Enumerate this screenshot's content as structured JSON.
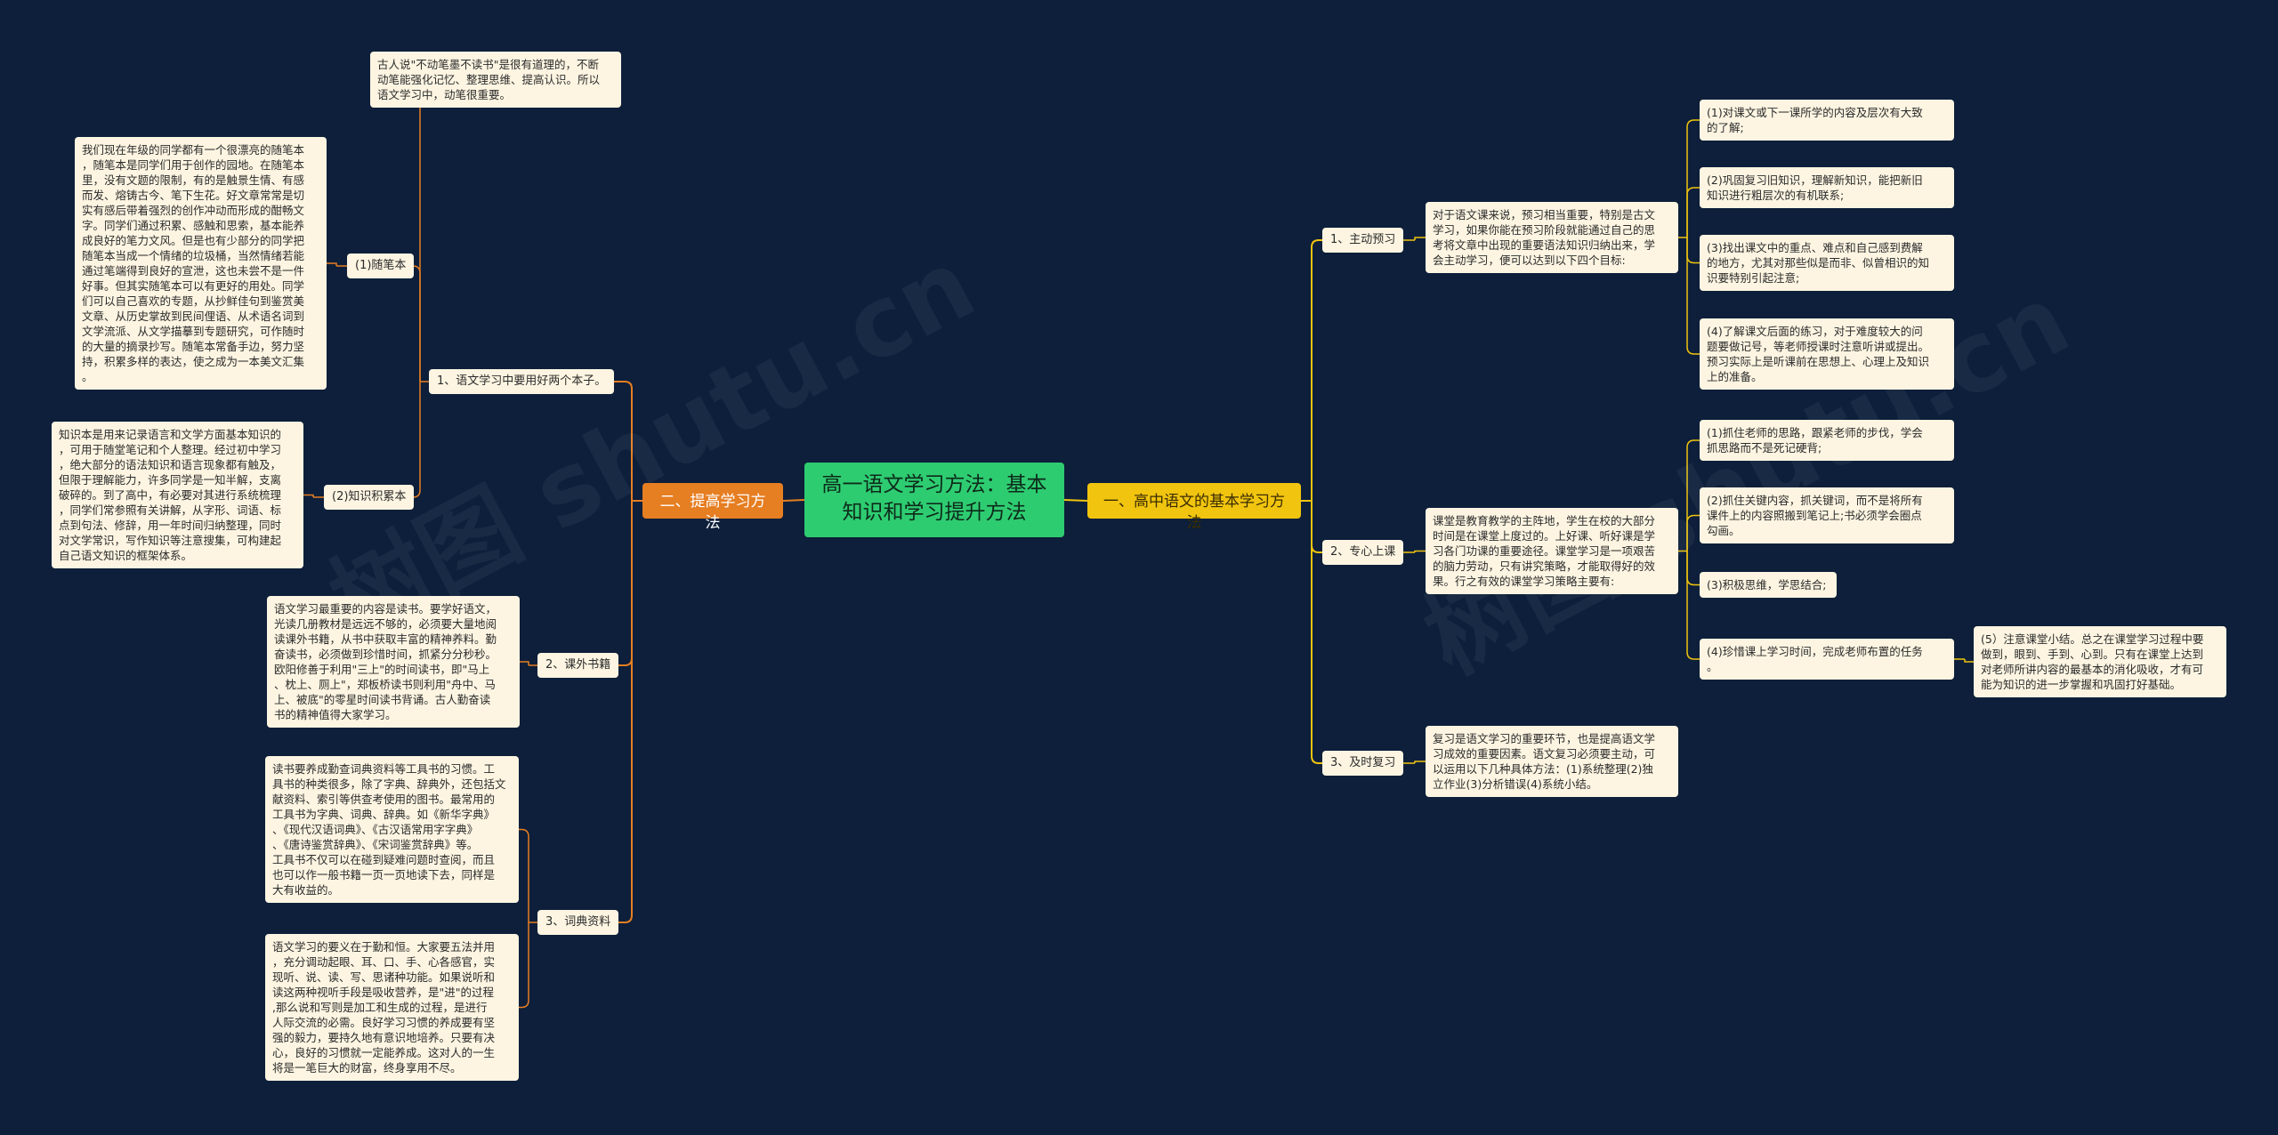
{
  "root": {
    "title": "高一语文学习方法：基本\n知识和学习提升方法"
  },
  "right": {
    "label": "一、高中语文的基本学习方法",
    "items": [
      {
        "label": "1、主动预习",
        "desc": "对于语文课来说，预习相当重要，特别是古文\n学习，如果你能在预习阶段就能通过自己的思\n考将文章中出现的重要语法知识归纳出来，学\n会主动学习，便可以达到以下四个目标:",
        "points": [
          "(1)对课文或下一课所学的内容及层次有大致\n的了解;",
          "(2)巩固复习旧知识，理解新知识，能把新旧\n知识进行粗层次的有机联系;",
          "(3)找出课文中的重点、难点和自己感到费解\n的地方，尤其对那些似是而非、似曾相识的知\n识要特别引起注意;",
          "(4)了解课文后面的练习，对于难度较大的问\n题要做记号，等老师授课时注意听讲或提出。\n预习实际上是听课前在思想上、心理上及知识\n上的准备。"
        ]
      },
      {
        "label": "2、专心上课",
        "desc": "课堂是教育教学的主阵地，学生在校的大部分\n时间是在课堂上度过的。上好课、听好课是学\n习各门功课的重要途径。课堂学习是一项艰苦\n的脑力劳动，只有讲究策略，才能取得好的效\n果。行之有效的课堂学习策略主要有:",
        "points": [
          "(1)抓住老师的思路，跟紧老师的步伐，学会\n抓思路而不是死记硬背;",
          "(2)抓住关键内容，抓关键词，而不是将所有\n课件上的内容照搬到笔记上;书必须学会圈点\n勾画。",
          "(3)积极思维，学思结合;",
          "(4)珍惜课上学习时间，完成老师布置的任务\n。"
        ],
        "extra": "(5）注意课堂小结。总之在课堂学习过程中要\n做到，眼到、手到、心到。只有在课堂上达到\n对老师所讲内容的最基本的消化吸收，才有可\n能为知识的进一步掌握和巩固打好基础。"
      },
      {
        "label": "3、及时复习",
        "desc": "复习是语文学习的重要环节，也是提高语文学\n习成效的重要因素。语文复习必须要主动，可\n以运用以下几种具体方法：(1)系统整理(2)独\n立作业(3)分析错误(4)系统小结。"
      }
    ]
  },
  "left": {
    "label": "二、提高学习方法",
    "items": [
      {
        "label": "1、语文学习中要用好两个本子。",
        "desc": "古人说\"不动笔墨不读书\"是很有道理的，不断\n动笔能强化记忆、整理思维、提高认识。所以\n语文学习中，动笔很重要。",
        "subs": [
          {
            "label": "(1)随笔本",
            "desc": "我们现在年级的同学都有一个很漂亮的随笔本\n，随笔本是同学们用于创作的园地。在随笔本\n里，没有文题的限制，有的是触景生情、有感\n而发、熔铸古今、笔下生花。好文章常常是切\n实有感后带着强烈的创作冲动而形成的酣畅文\n字。同学们通过积累、感触和思索，基本能养\n成良好的笔力文风。但是也有少部分的同学把\n随笔本当成一个情绪的垃圾桶，当然情绪若能\n通过笔端得到良好的宣泄，这也未尝不是一件\n好事。但其实随笔本可以有更好的用处。同学\n们可以自己喜欢的专题，从抄鲜佳句到鉴赏美\n文章、从历史掌故到民间俚语、从术语名词到\n文学流派、从文学描摹到专题研究，可作随时\n的大量的摘录抄写。随笔本常备手边，努力坚\n持，积累多样的表达，使之成为一本美文汇集\n。"
          },
          {
            "label": "(2)知识积累本",
            "desc": "知识本是用来记录语言和文学方面基本知识的\n，可用于随堂笔记和个人整理。经过初中学习\n，绝大部分的语法知识和语言现象都有触及，\n但限于理解能力，许多同学是一知半解，支离\n破碎的。到了高中，有必要对其进行系统梳理\n，同学们常参照有关讲解，从字形、词语、标\n点到句法、修辞，用一年时间归纳整理，同时\n对文学常识，写作知识等注意搜集，可构建起\n自己语文知识的框架体系。"
          }
        ]
      },
      {
        "label": "2、课外书籍",
        "desc": "语文学习最重要的内容是读书。要学好语文，\n光读几册教材是远远不够的，必须要大量地阅\n读课外书籍，从书中获取丰富的精神养料。勤\n奋读书，必须做到珍惜时间，抓紧分分秒秒。\n欧阳修善于利用\"三上\"的时间读书，即\"马上\n、枕上、厕上\"，郑板桥读书则利用\"舟中、马\n上、被底\"的零星时间读书背诵。古人勤奋读\n书的精神值得大家学习。"
      },
      {
        "label": "3、词典资料",
        "descs": [
          "读书要养成勤查词典资料等工具书的习惯。工\n具书的种类很多，除了字典、辞典外，还包括文\n献资料、索引等供查考使用的图书。最常用的\n工具书为字典、词典、辞典。如《新华字典》\n、《现代汉语词典》、《古汉语常用字字典》\n、《唐诗鉴赏辞典》、《宋词鉴赏辞典》等。\n工具书不仅可以在碰到疑难问题时查阅，而且\n也可以作一般书籍一页一页地读下去，同样是\n大有收益的。",
          "语文学习的要义在于勤和恒。大家要五法并用\n，充分调动起眼、耳、口、手、心各感官，实\n现听、说、读、写、思诸种功能。如果说听和\n读这两种视听手段是吸收营养，是\"进\"的过程\n,那么说和写则是加工和生成的过程，是进行\n人际交流的必需。良好学习习惯的养成要有坚\n强的毅力，要持久地有意识地培养。只要有决\n心，良好的习惯就一定能养成。这对人的一生\n将是一笔巨大的财富，终身享用不尽。"
        ]
      }
    ]
  },
  "watermarks": [
    "树图 shutu.cn",
    "树图 shutu.cn"
  ],
  "colors": {
    "background": "#0d1f3a",
    "root": "#2ecc71",
    "right_branch": "#f1c40f",
    "left_branch": "#e67e22",
    "leaf": "#fdf5e2"
  }
}
